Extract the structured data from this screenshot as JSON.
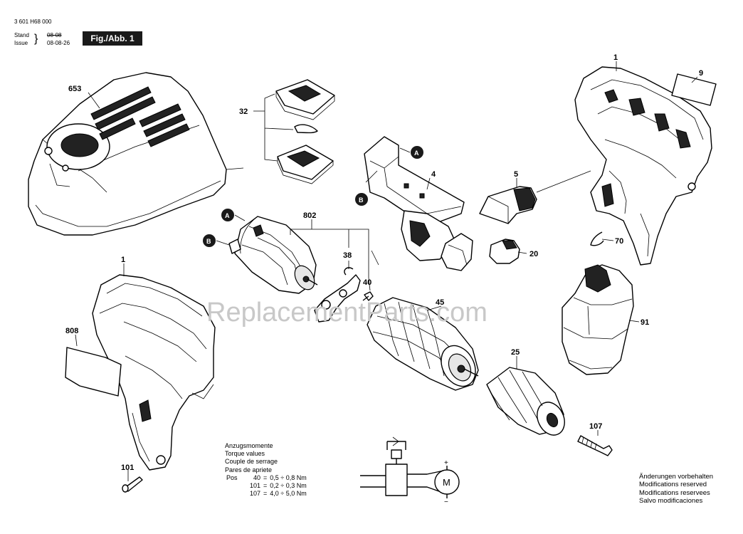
{
  "header": {
    "doc_number": "3 601 H68 000",
    "stand_label": "Stand",
    "issue_label": "Issue",
    "stand_value": "08-08",
    "issue_value": "08-08-26",
    "figure_label": "Fig./Abb. 1"
  },
  "watermark": "ReplacementParts.com",
  "part_labels": {
    "p653": "653",
    "p32": "32",
    "p4": "4",
    "p1_top": "1",
    "p9": "9",
    "p5": "5",
    "p70": "70",
    "p20": "20",
    "p802": "802",
    "p38": "38",
    "p40": "40",
    "p45": "45",
    "p91": "91",
    "p1_left": "1",
    "p808": "808",
    "p25": "25",
    "p107": "107",
    "p101": "101"
  },
  "connectors": {
    "a": "A",
    "b": "B"
  },
  "torque": {
    "titles": [
      "Anzugsmomente",
      "Torque values",
      "Couple de serrage",
      "Pares de apriete"
    ],
    "pos_label": "Pos",
    "rows": [
      {
        "pos": "40",
        "value": "0,5 ÷ 0,8 Nm"
      },
      {
        "pos": "101",
        "value": "0,2 ÷ 0,3 Nm"
      },
      {
        "pos": "107",
        "value": "4,0 ÷ 5,0 Nm"
      }
    ]
  },
  "notice": [
    "Änderungen vorbehalten",
    "Modifications reserved",
    "Modifications reservees",
    "Salvo modificaciones"
  ],
  "schematic": {
    "motor_label": "M",
    "plus": "+",
    "minus": "−"
  }
}
